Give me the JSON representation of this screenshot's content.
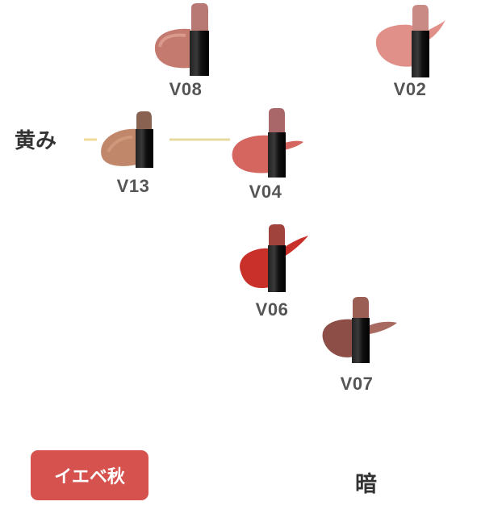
{
  "axes": {
    "horizontal_label": "黄み",
    "vertical_label": "暗"
  },
  "badge": {
    "label": "イエベ秋"
  },
  "products": [
    {
      "code": "V08",
      "swatch_color": "#c47a6e",
      "bullet_color": "#b87873"
    },
    {
      "code": "V02",
      "swatch_color": "#e09088",
      "bullet_color": "#c98a86"
    },
    {
      "code": "V13",
      "swatch_color": "#c0876a",
      "bullet_color": "#8a6252"
    },
    {
      "code": "V04",
      "swatch_color": "#d4655f",
      "bullet_color": "#a9676a"
    },
    {
      "code": "V06",
      "swatch_color": "#c9302a",
      "bullet_color": "#a0433d"
    },
    {
      "code": "V07",
      "swatch_color": "#8e4e48",
      "bullet_color": "#9a5e55"
    }
  ],
  "colors": {
    "horizontal_axis_left": "#f0dc9a",
    "horizontal_axis_right": "#9fb3dc",
    "vertical_axis": "#b83030",
    "badge_bg": "#d5524f"
  }
}
